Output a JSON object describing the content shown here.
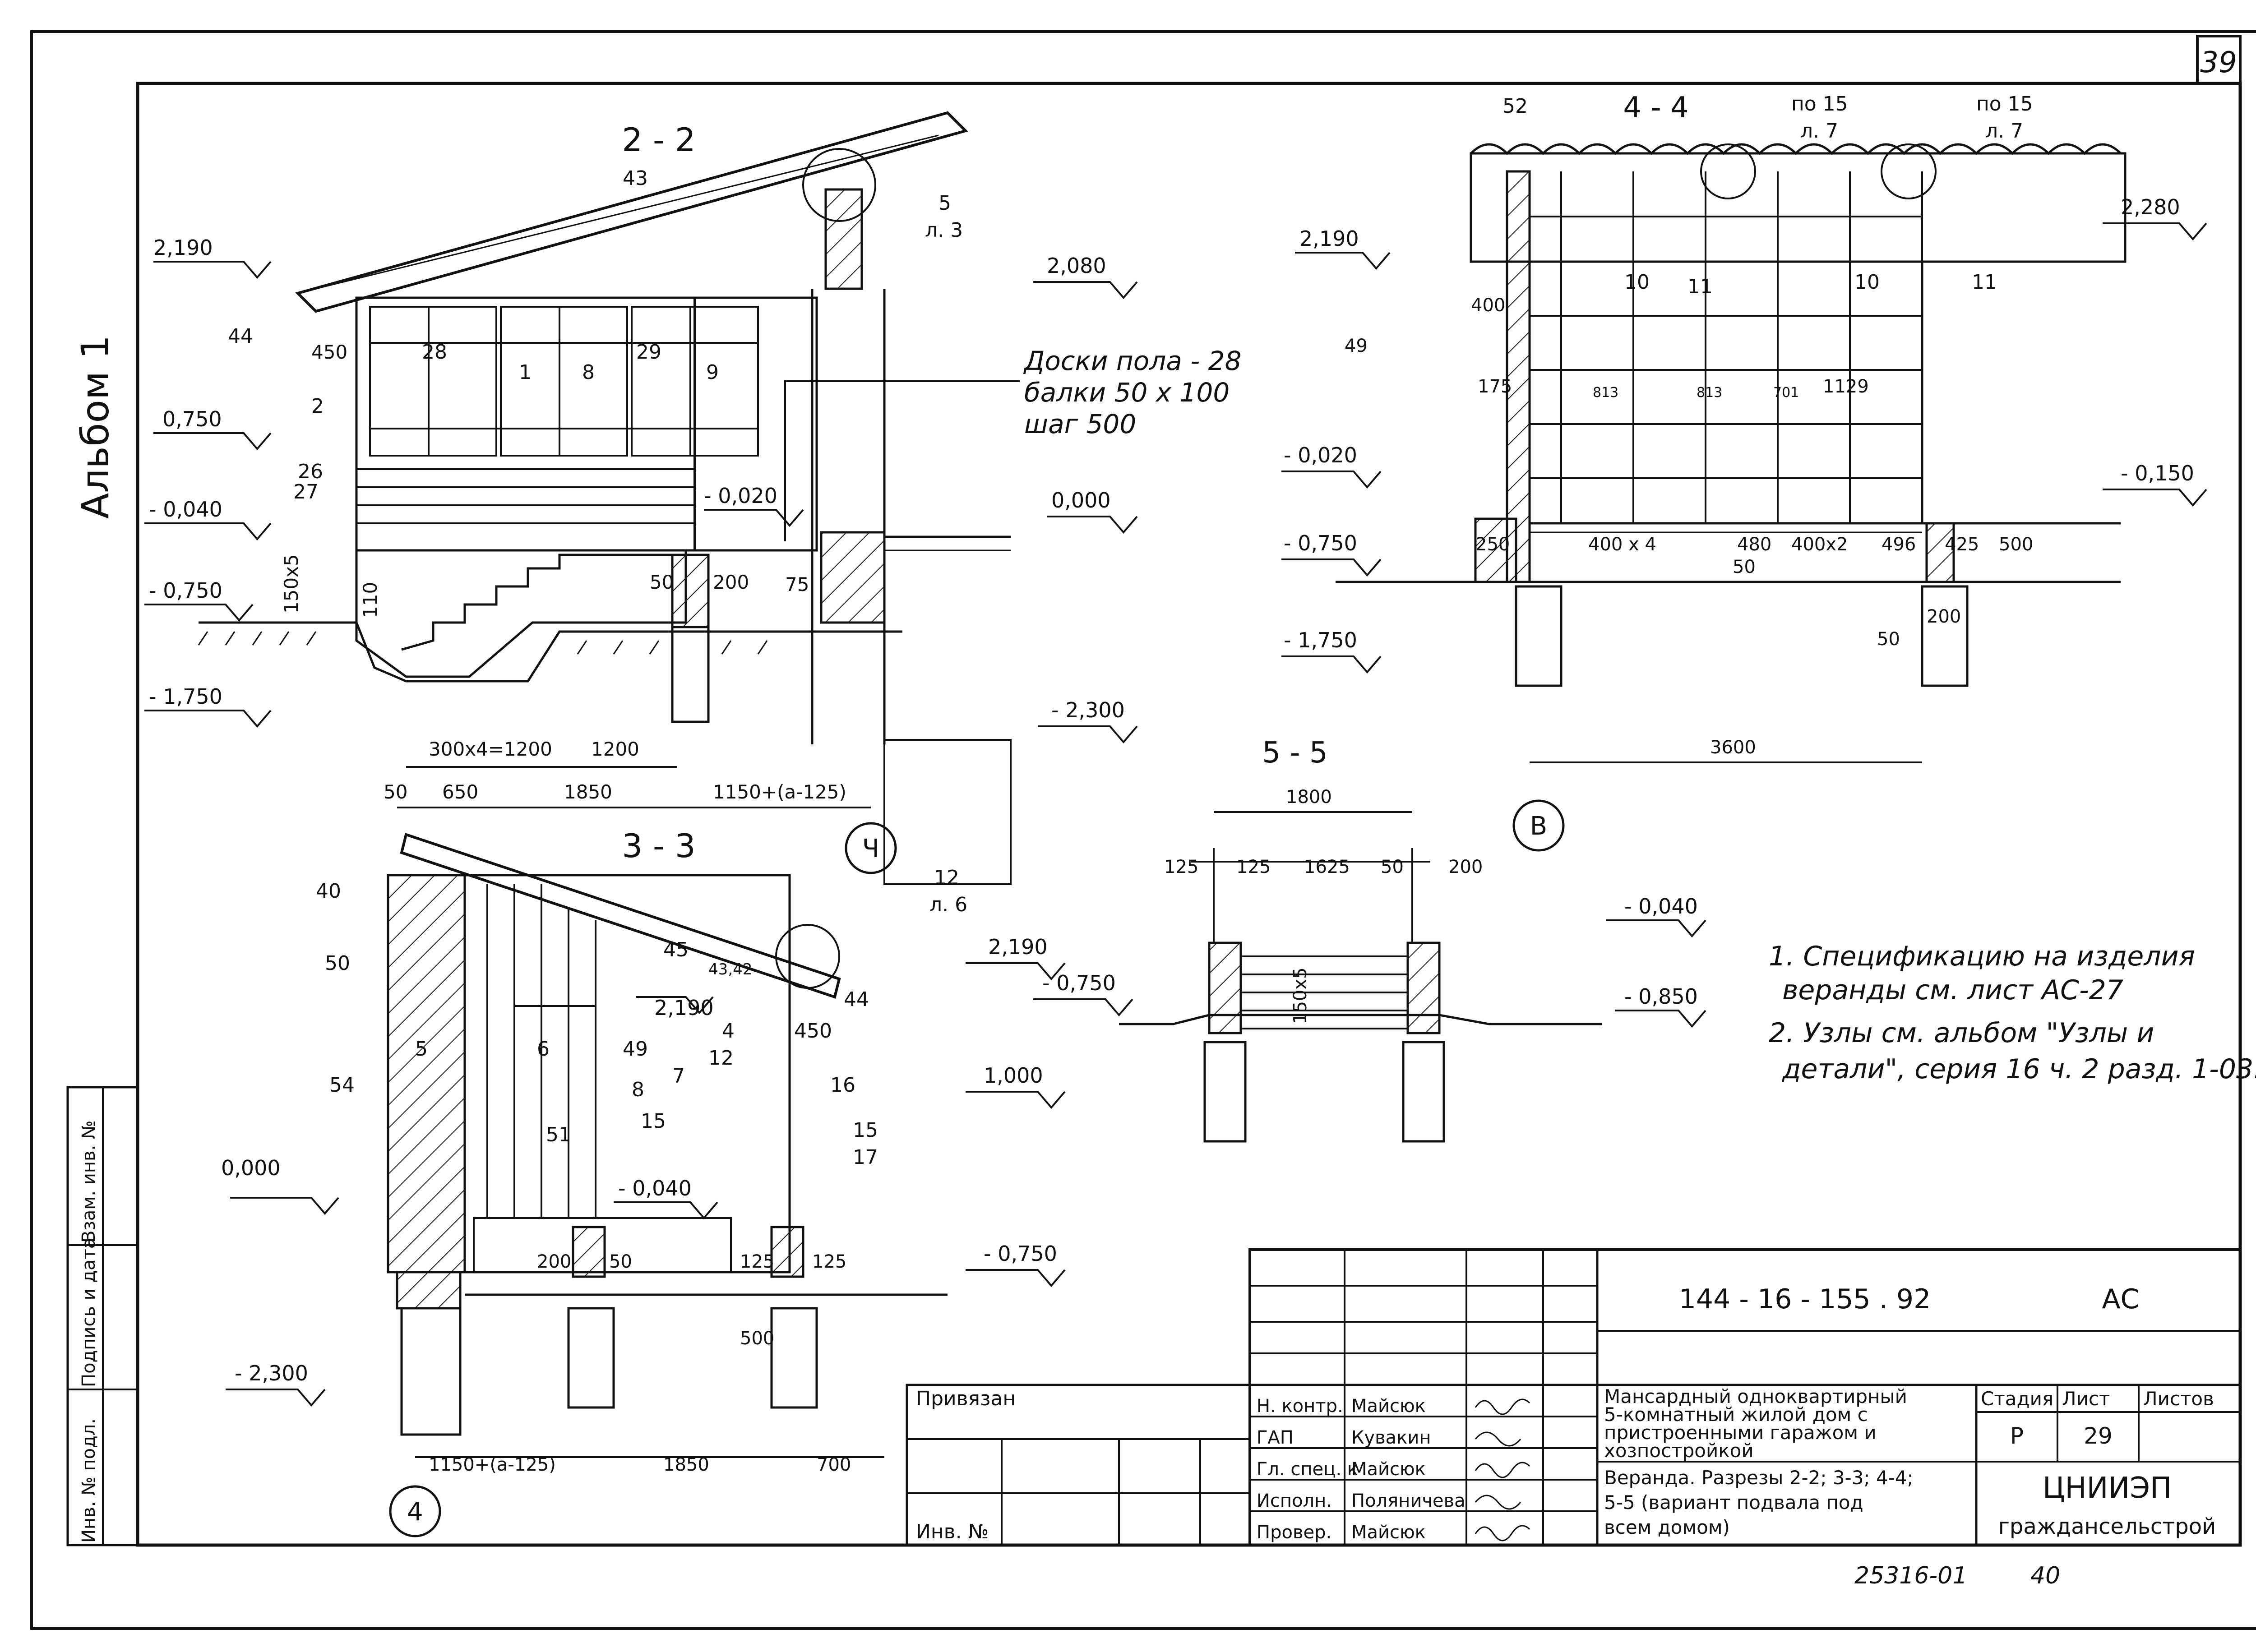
{
  "page_number": "39",
  "album_label": "Альбом 1",
  "sections": {
    "s22": {
      "title": "2 - 2",
      "levels": [
        "2,190",
        "0,750",
        "- 0,040",
        "- 0,750",
        "- 1,750",
        "2,080",
        "0,000",
        "- 0,020",
        "- 2,300"
      ],
      "callouts": [
        "43",
        "44",
        "5",
        "л. 3",
        "1",
        "2",
        "8",
        "9",
        "26",
        "27",
        "28",
        "29"
      ],
      "note_lines": [
        "Доски пола - 28",
        "балки 50 х 100",
        "шаг 500"
      ],
      "dims": [
        "450",
        "150х5",
        "110",
        "50",
        "200",
        "75",
        "300х4=1200",
        "1200",
        "50",
        "650",
        "1850",
        "1150+(a-125)"
      ],
      "axis": "Ч"
    },
    "s44": {
      "title": "4 - 4",
      "levels": [
        "2,190",
        "2,280",
        "- 0,020",
        "- 0,750",
        "- 1,750",
        "- 0,150"
      ],
      "callouts": [
        "52",
        "по 15",
        "л. 7",
        "по 15",
        "л. 7",
        "10",
        "11",
        "10",
        "11"
      ],
      "dims": [
        "400",
        "49",
        "175",
        "813",
        "813",
        "701",
        "1129",
        "250",
        "400 х 4",
        "480",
        "400х2",
        "496",
        "425",
        "500",
        "50",
        "200",
        "50",
        "3600"
      ],
      "axis": "В"
    },
    "s33": {
      "title": "3 - 3",
      "levels": [
        "0,000",
        "2,190",
        "2,190",
        "1,000",
        "- 0,040",
        "- 0,750",
        "- 2,300"
      ],
      "callouts": [
        "40",
        "50",
        "12",
        "л. 6",
        "45",
        "43,42",
        "44",
        "5",
        "6",
        "49",
        "4",
        "450",
        "54",
        "51",
        "8",
        "7",
        "12",
        "16",
        "15",
        "15",
        "17"
      ],
      "dims": [
        "200",
        "50",
        "125",
        "125",
        "500",
        "1150+(a-125)",
        "1850",
        "700"
      ],
      "axis": "4"
    },
    "s55": {
      "title": "5 - 5",
      "levels": [
        "- 0,040",
        "- 0,750",
        "- 0,850"
      ],
      "dims": [
        "1800",
        "125",
        "125",
        "1625",
        "50",
        "200",
        "150х5"
      ]
    }
  },
  "notes": [
    "1. Спецификацию на изделия",
    "веранды см. лист АС-27",
    "2. Узлы см. альбом \"Узлы и",
    "детали\", серия 16 ч. 2 разд. 1-03."
  ],
  "title_block": {
    "code": "144 - 16 - 155 . 92",
    "mark": "АС",
    "object_lines": [
      "Мансардный одноквартирный",
      "5-комнатный жилой дом с",
      "пристроенными гаражом и",
      "хозпостройкой"
    ],
    "sheet_title_lines": [
      "Веранда. Разрезы 2-2; 3-3; 4-4;",
      "5-5 (вариант подвала под",
      "всем домом)"
    ],
    "stage_label": "Стадия",
    "sheet_label": "Лист",
    "sheets_label": "Листов",
    "stage": "Р",
    "sheet": "29",
    "org_lines": [
      "ЦНИИЭП",
      "граждансельстрой"
    ],
    "roles": [
      "Н. контр.",
      "ГАП",
      "Гл. спец. к",
      "Исполн.",
      "Провер."
    ],
    "names": [
      "Майсюк",
      "Кувакин",
      "Майсюк",
      "Поляничева",
      "Майсюк"
    ],
    "privyazan": "Привязан",
    "inv_no": "Инв. №"
  },
  "side_stamp": [
    "Инв. № подл.",
    "Подпись и дата",
    "Взам. инв. №"
  ],
  "footer_code": "25316-01",
  "footer_page": "40"
}
